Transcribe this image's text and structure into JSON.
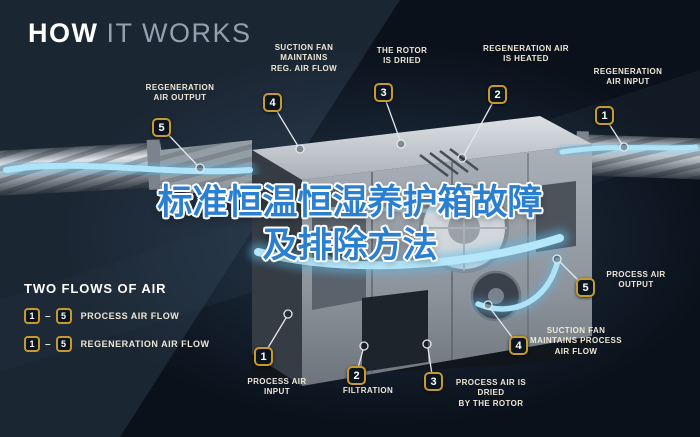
{
  "header": {
    "title_bold": "HOW",
    "title_light": "IT WORKS"
  },
  "overlay": {
    "title": "标准恒温恒湿养护箱故障\n及排除方法"
  },
  "labels": [
    {
      "number": "5",
      "text": "REGENERATION\nAIR OUTPUT"
    },
    {
      "number": "4",
      "text": "SUCTION FAN\nMAINTAINS\nREG. AIR FLOW"
    },
    {
      "number": "3",
      "text": "THE ROTOR\nIS DRIED"
    },
    {
      "number": "2",
      "text": "REGENERATION AIR\nIS HEATED"
    },
    {
      "number": "1",
      "text": "REGENERATION\nAIR INPUT"
    },
    {
      "number": "5",
      "text": "PROCESS AIR\nOUTPUT"
    },
    {
      "number": "4",
      "text": "SUCTION FAN\nMAINTAINS PROCESS\nAIR FLOW"
    },
    {
      "number": "3",
      "text": "PROCESS AIR IS DRIED\nBY THE ROTOR"
    },
    {
      "number": "2",
      "text": "FILTRATION"
    },
    {
      "number": "1",
      "text": "PROCESS AIR\nINPUT"
    }
  ],
  "legend": {
    "header": "TWO FLOWS OF AIR",
    "dash": "–",
    "rows": [
      {
        "from": "1",
        "to": "5",
        "label": "PROCESS AIR FLOW"
      },
      {
        "from": "1",
        "to": "5",
        "label": "REGENERATION AIR FLOW"
      }
    ]
  },
  "colors": {
    "badge_border": "#c79a2e",
    "label_text": "#eee7d5",
    "air_stream": "#aee4f8",
    "overlay_blue": "#2b7fd0",
    "background": "#0d1622"
  }
}
